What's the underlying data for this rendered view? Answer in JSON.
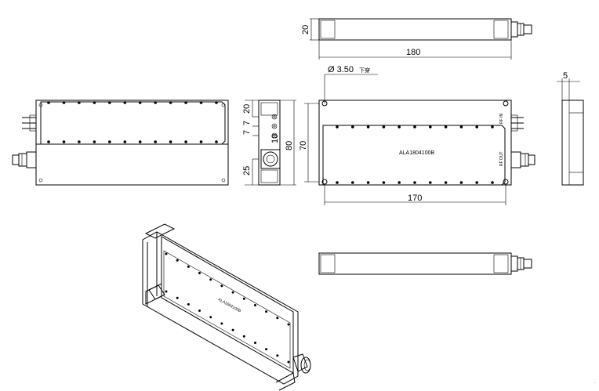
{
  "dimensions": {
    "top_height": "20",
    "top_length": "180",
    "hole": "Ø 3.50",
    "hole_note": "下穿",
    "side_20": "20",
    "side_7a": "7",
    "side_7b": "7",
    "side_10": "10",
    "side_80": "80",
    "side_25": "25",
    "front_70": "70",
    "front_170": "170",
    "right_5": "5"
  },
  "labels": {
    "model": "ALA1804100B",
    "input_port": "RF IN",
    "output_port": "RF OUT",
    "iso_model": "ALA1804100B"
  },
  "colors": {
    "line": "#000000",
    "background": "#ffffff"
  }
}
